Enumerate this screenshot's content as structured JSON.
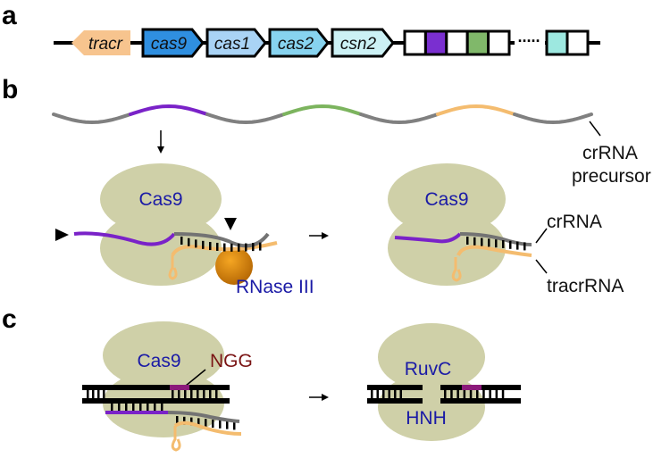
{
  "panels": {
    "a": {
      "label": "a",
      "genes": [
        {
          "name": "tracr",
          "color": "#f7c48e",
          "direction": "left"
        },
        {
          "name": "cas9",
          "color": "#2f8fe0",
          "direction": "right"
        },
        {
          "name": "cas1",
          "color": "#a9d3f5",
          "direction": "right"
        },
        {
          "name": "cas2",
          "color": "#87d3ef",
          "direction": "right"
        },
        {
          "name": "csn2",
          "color": "#ccf1f5",
          "direction": "right"
        }
      ],
      "crispr_array": {
        "spacer_colors": [
          "#ffffff",
          "#7a2fd0",
          "#ffffff",
          "#80b86a",
          "#ffffff"
        ],
        "trailing_spacer_colors": [
          "#9de8e0",
          "#ffffff"
        ],
        "ellipsis": "....."
      }
    },
    "b": {
      "label": "b",
      "precursor_segment_colors": [
        "#808080",
        "#7a22c8",
        "#808080",
        "#7cb45e",
        "#808080",
        "#f4bc6f",
        "#808080"
      ],
      "precursor_label_line1": "crRNA",
      "precursor_label_line2": "precursor",
      "left_complex": {
        "protein_label": "Cas9",
        "enzyme_label": "RNase III"
      },
      "right_complex": {
        "protein_label": "Cas9",
        "crrna_label": "crRNA",
        "tracrrna_label": "tracrRNA"
      }
    },
    "c": {
      "label": "c",
      "left_complex": {
        "protein_label": "Cas9",
        "pam_label": "NGG"
      },
      "right_complex": {
        "domain_top_label": "RuvC",
        "domain_bottom_label": "HNH"
      }
    }
  },
  "colors": {
    "cas9_protein": "#cfd0a8",
    "guide_purple": "#7a22c8",
    "crrna_repeat_gray": "#737373",
    "tracrrna_orange": "#f4bc6f",
    "rnase_orange": "#d9820f",
    "pam_magenta": "#8b1a7a",
    "label_blue": "#1a1aa6",
    "ngg_red": "#7a1414"
  }
}
